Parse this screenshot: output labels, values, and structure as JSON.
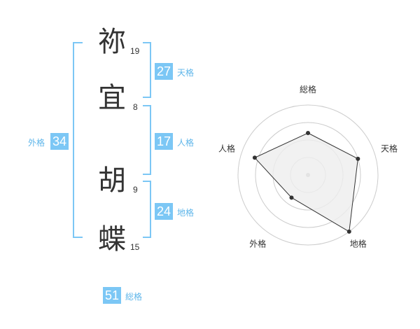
{
  "name": {
    "kanji": [
      {
        "char": "祢",
        "strokes": "19"
      },
      {
        "char": "宜",
        "strokes": "8"
      },
      {
        "char": "胡",
        "strokes": "9"
      },
      {
        "char": "蝶",
        "strokes": "15"
      }
    ]
  },
  "fortunes": {
    "tenkaku": {
      "value": "27",
      "label": "天格"
    },
    "jinkaku": {
      "value": "17",
      "label": "人格"
    },
    "chikaku": {
      "value": "24",
      "label": "地格"
    },
    "gaikaku": {
      "value": "34",
      "label": "外格"
    },
    "soukaku": {
      "value": "51",
      "label": "総格"
    }
  },
  "radar": {
    "axes": [
      "総格",
      "天格",
      "地格",
      "外格",
      "人格"
    ],
    "values": [
      0.6,
      0.75,
      1.0,
      0.4,
      0.8
    ],
    "max": 1.0,
    "rings": 4
  },
  "colors": {
    "accent": "#7cc7f5",
    "accent_text": "#5fb6ea",
    "text": "#333333",
    "ring": "#cccccc",
    "fill": "#eeeeee"
  }
}
